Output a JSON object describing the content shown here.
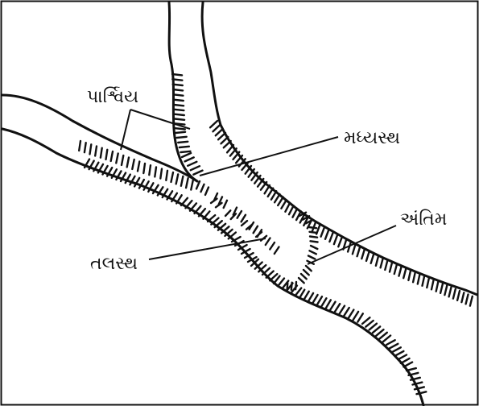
{
  "labels": {
    "lateral": "પાર્શ્વિય",
    "medial": "મધ્યસ્થ",
    "terminal": "અંતિમ",
    "basal": "તલસ્થ"
  }
}
